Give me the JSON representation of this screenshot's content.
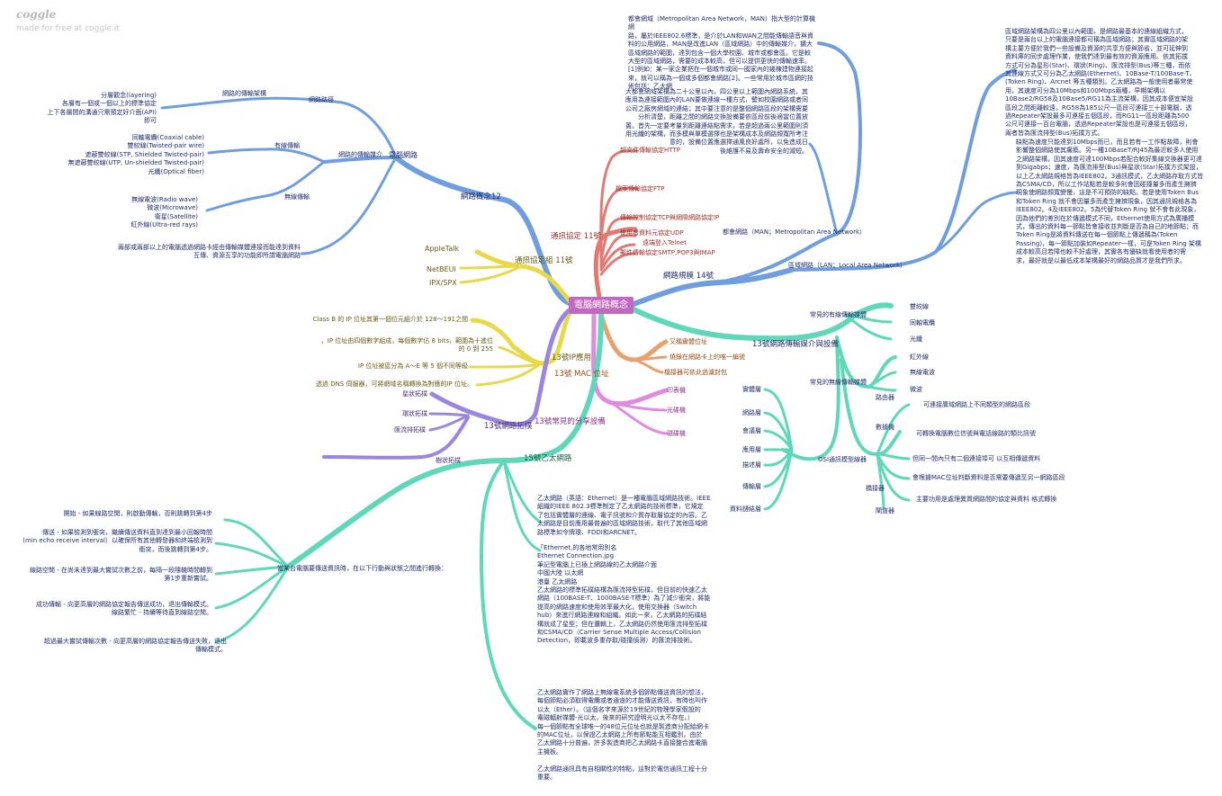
{
  "brand": {
    "logo": "coggle",
    "subtitle": "made for free at coggle.it"
  },
  "root": "電腦網路概念",
  "branches": {
    "concept12": "網路概念12",
    "network_arch": "網路的傳輸架構",
    "network_path": "網路路徑",
    "media": "網路的傳輸媒介",
    "comm_network": "電腦網路",
    "wired": "有線傳輸",
    "wireless": "無線傳輸",
    "protocols11": "通訊協定 11號",
    "protocol_group11": "通訊協定組 11號",
    "ip": "13號IP應用",
    "mac": "13號 MAC 位址",
    "topology13": "13號網路拓樸",
    "share13": "13號常見的分享設備",
    "ethernet15": "15號乙太網路",
    "scale14": "網路規模 14號",
    "media13": "13號網路傳輸媒介與設備",
    "wired_common": "常見的有線傳輸媒體",
    "wireless_common": "常見的無線傳輸媒體",
    "osi": "OSI通訊模型線器",
    "man": "都會網路（MAN；Metropolitan Area Network）",
    "lan": "區域網路（LAN；Local Area Network）"
  },
  "left_texts": {
    "layering": "分層觀念(layering)\n各層有一個或一個以上的標準協定\n上下各層間的溝通只需預定好介面(API)即可",
    "wired_list": "同軸電纜(Coaxial cable)\n雙絞線(Twisted-pair wire)\n遮蔽雙絞線(STP, Shielded Twisted-pair)\n無遮蔽雙絞線(UTP, Un-shielded Twisted-pair)\n光纖(Optical fiber)",
    "wireless_list": "無線電波(Radio wave)\n微波(Microwave)\n衛星(Satellite)\n紅外線(Ultra-red rays)",
    "network_def": "兩部或兩部以上的電腦透過網路卡經由傳輸媒體連接而能達到資料\n互傳、資源互享的功能即所謂電腦網路"
  },
  "protocol_group": [
    "AppleTalk",
    "NetBEUI",
    "IPX/SPX"
  ],
  "protocols": [
    "超文件傳輸協定HTTP",
    "檔案傳輸協定FTP",
    "傳輸控制協定TCP與網際網路協定IP",
    "使用者資料元協定UDP",
    "遠端登入Telnet",
    "郵件傳輸協定SMTP,POP3與IMAP"
  ],
  "ip_items": [
    "Class B 的 IP 位址其第一個位元組介於 128～191之間",
    "，IP 位址由四個數字組成，每個數字佔 8 bits，範圍為十進位\n的 0 到 255",
    "IP 位址被區分為 A～E 等 5 個不同等級",
    "透過 DNS 伺服器，可將網域名稱轉換為對應的IP 位址。"
  ],
  "mac_items": [
    "又稱實體位址",
    "燒錄在網路卡上的唯一編號",
    "檔接器可依此過濾封包"
  ],
  "share_items": [
    "印表機",
    "光碟機",
    "磁碟機"
  ],
  "topology_items": [
    "星狀拓樸",
    "環狀拓樸",
    "匯流排拓樸",
    "樹狀拓樸"
  ],
  "ethernet_steps_title": "當某台電腦要傳送資訊時，在以下行動與狀態之間進行轉換：",
  "ethernet_steps": [
    "開始 - 如果線路空閒，則啟動傳輸，否則跳轉到第4步",
    "傳送 - 如果檢測到衝突，繼續傳送資料直到達到最小回報時間\n(min echo receive interval）以確保所有其他轉發器和終端檢測到\n衝突，而後跳轉到第4步。",
    "線路空閒 - 在尚未達到最大嘗試次數之前，每隔一段隨機時間轉到\n第1步重新嘗試。",
    "成功傳輸 - 向更高層的網路協定報告傳送成功，退出傳輸模式。\n線路繁忙 - 持續等待直到線路空閒。",
    "超過最大嘗試傳輸次數 - 向更高層的網路協定報告傳送失敗，退出\n傳輸模式。"
  ],
  "ethernet_texts": {
    "intro": "乙太網路（英語：Ethernet）是一種電腦區域網路技術。IEEE\n組織的IEEE 802.3標準制定了乙太網路的技術標準，它規定\n了包括實體層的連線、電子訊號和介質存取層協定的內容。乙\n太網路是目前應用最普遍的區域網路技術，取代了其他區域網\n路標準如令牌環、FDDI和ARCNET。",
    "names": "「Ethernet,的各地常用別名\nEthernet Connection.jpg\n筆記型電腦上已插上網路線的乙太網路介面\n中國大陸 以太網\n港臺 乙太網路\n乙太網路的標準拓樸結構為匯流排型拓樸，但目前的快速乙太\n網路（100BASE-T、1000BASE-T標準）為了減少衝突，將能\n提高的網路速度和使用效率最大化，使用交換器（Switch\nhub）來進行網路連線和組織。如此一來，乙太網路的拓樸結\n構就成了星型；但在邏輯上，乙太網路仍然使用匯流排型拓樸\n和CSMA/CD（Carrier Sense Multiple Access/Collision\nDetection，即載波多重存取/碰撞偵測）的匯流排技術。",
    "history": "乙太網路實作了網路上無線電系統多個節點傳送資訊的想法，\n每個節點必須取得電纜或者通道的才能傳送資訊，有時也叫作\n以太（Ether）。（這個名字來源於19世紀的物理學家假設的\n電磁輻射媒體-光以太。後來的研究證明光以太不存在。）\n每一個節點有全球唯一的48位元位址也就是製造商分配給網卡\n的MAC位址，以保證乙太網路上所有節點能互相鑑別。由於\n乙太網路十分普遍，許多製造商把乙太網路卡直接整合進電腦\n主機板。\n\n乙太網路通訊具有自相關性的特點，這對於電信通訊工程十分\n重要。"
  },
  "man_text": "都會網域（Metropolitan Area Network，MAN）指大型的計算機網\n路，屬於IEEE802.6標準，是介於LAN和WAN之間能傳輸語音與資\n料的公用網路，MAN是改進LAN（區域網路）中的傳輸媒介，擴大\n區域網路的範圍，達到包含一個大學校園、城市或都會區。它是較\n大型的區域網路，需要的成本較高，但可以提供更快的傳輸速率。\n[1]例如：某一家企業把在一個城市或同一國家內的幾棟建物連接起\n來，就可以稱為一個或多個都會網路[2]。一些常用於城市區網的技\n術包括：乙太網",
  "man_text2": "大都會網域架構為二十公里以內，四公里以上範圍內網路系統，其\n應用為連接範圍內的LAN要做連線一種方式，譬如校園網路或者同\n公司之廠房網域的連結；其中要注意的是整個網路區段的架構需要\n分析清楚，距離之間的網路交換設備要依區段前後適當位置放\n置。首先一定要考量到距離連結點需求，若是超過兩公里範圍則須\n用光纖的架構，而多模與單模選擇也是架構成本及網路頻寬所考注\n意的，設備位置應選擇通風良好處所，以免造成日\n後維護不易及壽命安全的減短。",
  "lan_text1": "區域網路架構為四公里以內範圍，是網路最基本的連線組織方式，\n只要是兩台以上的電腦連接都可稱為區域網路；其實區域網路的架\n構主要方便於我們一些設備及資源的共享方便與節省，並可延伸到\n資料庫的同步處理作業，使我們達到最有效的資源應用。依其拓撲\n方式可分為星形(Star)、環狀(Ring)、匯流排型(Bus)等三種，而依\n其連線方式又可分為乙太網路(Ethernet)、10Base-T/100Base-T、\n(Token Ring)、Arcnet 等五種類別。乙太網路為一般使用者最常使\n用，其速度可分為10Mbps和100Mbps兩種，早期架構以\n10Base2/RG58及10Base5/RG11為主流架構，因其成本便宜架設\n區段之間距離較遠，RG58為185公尺一區段可連接三十部電腦，透\n過Repeater架設最多可連接五個區段，而RG11一區段距離為500\n公尺可連接一百台電腦，透過Repeater架設也是可連接五個區段，\n兩者皆為匯流排型(Bus)拓撲方式。",
  "lan_text2": "缺點為速度只能達到10Mbps而已，而且若有一工作點故障，則會\n影響整個網路使其癱瘓。另一種10BaseT/RJ45為最近較多人使用\n之網路架構，因其速度可達100Mbps若配合較好集線交換器更可達\n到Gigabps；速度，為匯流排型(Bus)與星狀(Star)拓撲方式架設，\n以上乙太網路規格皆為IEEE802。3通訊模式，乙太網路存取方式皆\n為CSMA/CD，所以工作站點若是較多則會因碰撞量多而產生擁擠\n現象使網路頻寬變慢，這是不可預防的缺點。若是使用Token Bus\n和Token Ring 就不會因量多而產生擁擠現象，因其通訊規格各為\nIEEE802。4及IEEE802。5為代替Token Ring 就不會有此現象，\n因為他們的差別在於傳遞模式不同，Ethernet使用方式為廣播模\n式，傳出的資料每一節點皆會接收並判斷是否為自己的地節點；而\nToken Ring是將資料傳送在每一個節點上傳遞稱為(Token\nPassing)，每一節點加裝如Repeater一樣，可是Token Ring 架構\n成本較高且若障也較不好處理，其實各有優缺就看使用者的需\n求，最好就是以最低成本架構最好的網路品質才是我們所求。",
  "wired_media": [
    "雙絞線",
    "同軸電纜",
    "光纖"
  ],
  "wireless_media": [
    "紅外線",
    "無線電波",
    "微波"
  ],
  "osi_layers": [
    "實體層",
    "網路層",
    "會議層",
    "應用層",
    "描述層",
    "傳輸層",
    "資料鏈結層"
  ],
  "devices": [
    "路由器",
    "數據機",
    "橋接器",
    "閘道器"
  ],
  "device_notes": [
    "可連接廣域網路上不同類型的網路區段",
    "可轉換電腦數位信號與電話線路的類比訊號",
    "但同一間內只有二個連接埠可 以互相傳遞資料",
    "會根據MAC位址判斷資料是否需要傳遞至另一網路區段",
    "主要功用是處理異質網路間的協定與資料 格式轉換"
  ],
  "colors": {
    "blue": "#6f9ee0",
    "teal": "#5fd7b9",
    "red": "#e07a74",
    "yellow": "#e8d84a",
    "purple": "#9a86e0",
    "orange": "#eaa06a",
    "pink": "#e08ae0",
    "root": "#c368c0"
  }
}
